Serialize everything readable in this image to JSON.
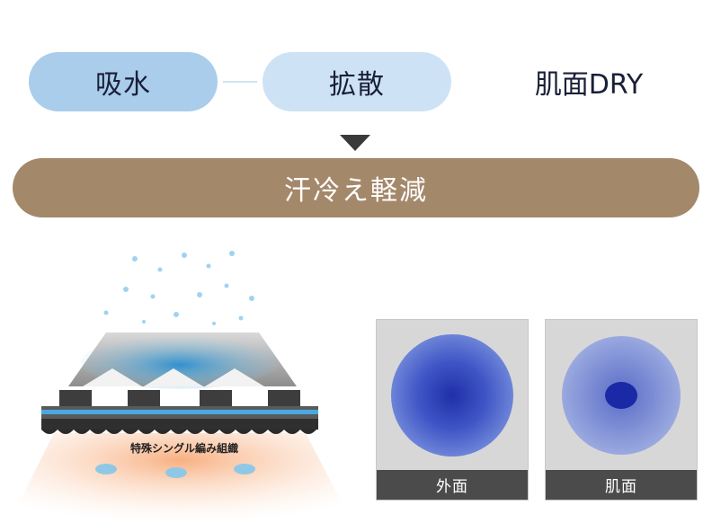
{
  "steps": {
    "step1": "吸水",
    "step2": "拡散",
    "step3": "肌面DRY"
  },
  "banner": "汗冷え軽減",
  "fabric": {
    "label": "特殊シングル編み組織"
  },
  "samples": {
    "outer": "外面",
    "skin": "肌面"
  },
  "colors": {
    "step1_bg": "#a9cdea",
    "step2_bg": "#cde3f5",
    "banner_bg": "#a4886a",
    "caption_bg": "#4b4b4b",
    "stain_blue": "#2a3fb8"
  }
}
